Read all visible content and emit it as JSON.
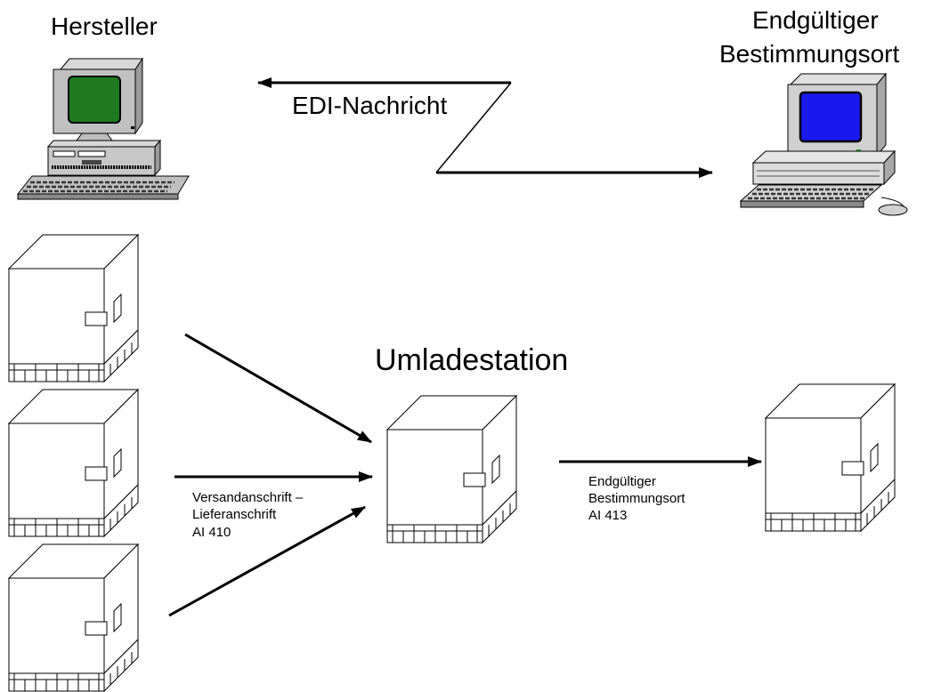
{
  "labels": {
    "manufacturer": "Hersteller",
    "destination_line1": "Endgültiger",
    "destination_line2": "Bestimmungsort",
    "edi_message": "EDI-Nachricht",
    "transshipment": "Umladestation",
    "shipping_line1": "Versandanschrift –",
    "shipping_line2": "Lieferanschrift",
    "shipping_line3": "AI 410",
    "final_line1": "Endgültiger",
    "final_line2": "Bestimmungsort",
    "final_line3": "AI 413"
  },
  "colors": {
    "manufacturer_screen": "#1f7a1f",
    "destination_screen": "#1a1aee",
    "computer_body": "#c0c0c0",
    "line": "#000000"
  },
  "icons": [
    "desktop-computer-icon",
    "desktop-computer-icon",
    "pallet-box-icon"
  ]
}
